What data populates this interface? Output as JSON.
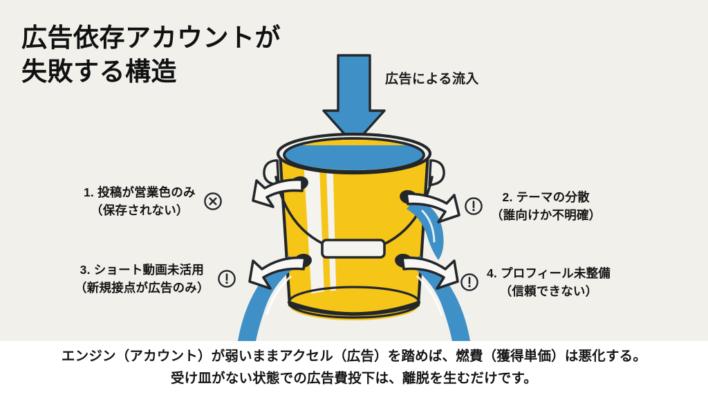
{
  "slide": {
    "title": "広告依存アカウントが\n失敗する構造",
    "background_color": "#F1F0EB",
    "accent_yellow": "#F5C518",
    "accent_blue": "#4090C8",
    "ink_color": "#23272B"
  },
  "inflow": {
    "label": "広告による流入",
    "arrow_color": "#4090C8",
    "direction": "down"
  },
  "bucket": {
    "body_color": "#F5C518",
    "stripe_color": "#F4F3EE",
    "water_color": "#4090C8",
    "outline_color": "#23272B",
    "hole_count": 4,
    "leak_streams": 3
  },
  "callouts": [
    {
      "number": "1.",
      "icon": "circle-x-icon",
      "side": "left",
      "line1": "1. 投稿が営業色のみ",
      "line2": "（保存されない）",
      "text": "1. 投稿が営業色のみ\n（保存されない）"
    },
    {
      "number": "2.",
      "icon": "circle-exclamation-icon",
      "side": "right",
      "line1": "2. テーマの分散",
      "line2": "（誰向けか不明確）",
      "text": "2. テーマの分散\n（誰向けか不明確）"
    },
    {
      "number": "3.",
      "icon": "circle-exclamation-icon",
      "side": "left",
      "line1": "3. ショート動画未活用",
      "line2": "（新規接点が広告のみ）",
      "text": "3. ショート動画未活用\n（新規接点が広告のみ）"
    },
    {
      "number": "4.",
      "icon": "circle-exclamation-icon",
      "side": "right",
      "line1": "4. プロフィール未整備",
      "line2": "（信頼できない）",
      "text": "4. プロフィール未整備\n（信頼できない）"
    }
  ],
  "caption": {
    "line1": "エンジン（アカウント）が弱いままアクセル（広告）を踏めば、燃費（獲得単価）は悪化する。",
    "line2": "受け皿がない状態での広告費投下は、離脱を生むだけです。",
    "text": "エンジン（アカウント）が弱いままアクセル（広告）を踏めば、燃費（獲得単価）は悪化する。\n受け皿がない状態での広告費投下は、離脱を生むだけです。",
    "background_color": "#FFFFFF"
  }
}
